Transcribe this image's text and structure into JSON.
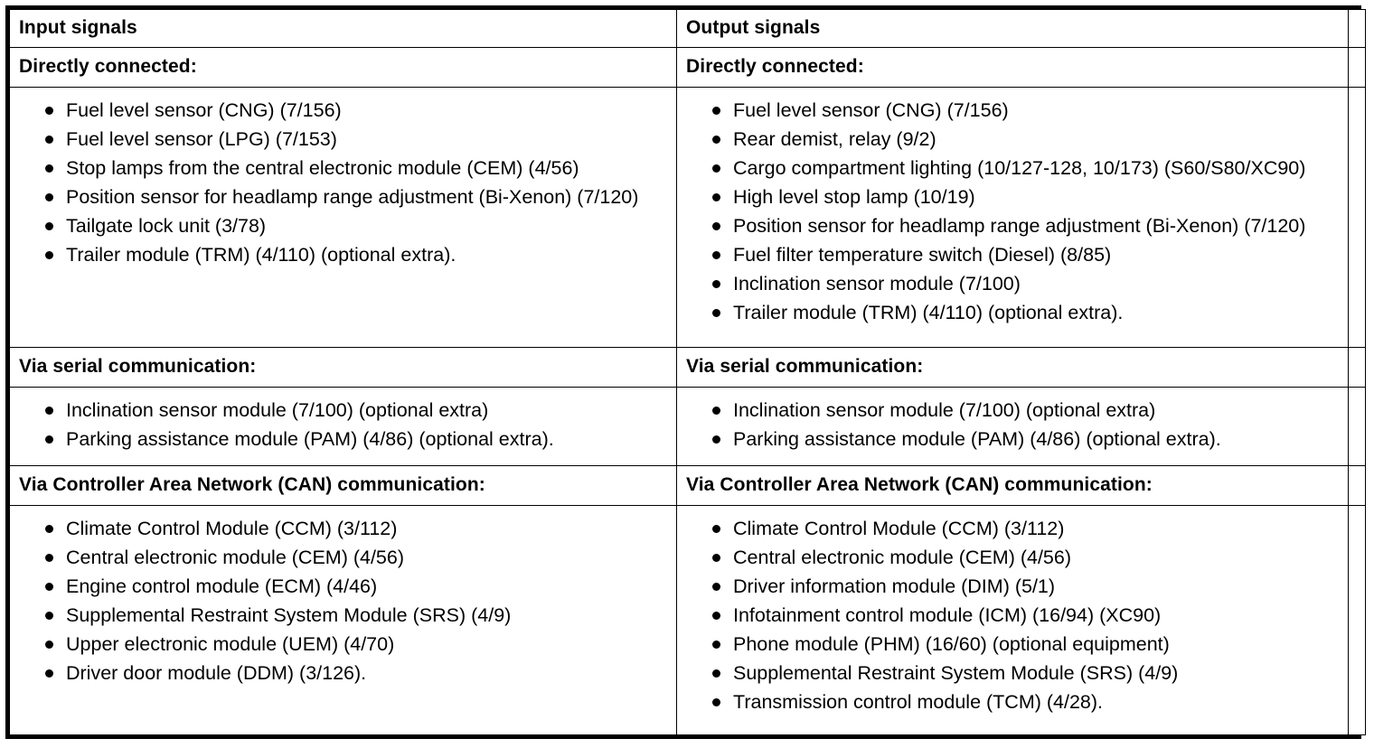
{
  "table": {
    "columns": [
      {
        "id": "input",
        "header": "Input signals"
      },
      {
        "id": "output",
        "header": "Output signals"
      },
      {
        "id": "spacer",
        "header": ""
      }
    ],
    "sections": [
      {
        "id": "directly-connected",
        "left_header": "Directly connected:",
        "right_header": "Directly connected:",
        "left_items": [
          "Fuel level sensor (CNG) (7/156)",
          "Fuel level sensor (LPG) (7/153)",
          "Stop lamps from the central electronic module (CEM) (4/56)",
          "Position sensor for headlamp range adjustment (Bi-Xenon) (7/120)",
          "Tailgate lock unit (3/78)",
          "Trailer module (TRM) (4/110) (optional extra)."
        ],
        "right_items": [
          "Fuel level sensor (CNG) (7/156)",
          "Rear demist, relay (9/2)",
          "Cargo compartment lighting (10/127-128, 10/173) (S60/S80/XC90)",
          "High level stop lamp (10/19)",
          "Position sensor for headlamp range adjustment (Bi-Xenon) (7/120)",
          "Fuel filter temperature switch (Diesel) (8/85)",
          "Inclination sensor module (7/100)",
          "Trailer module (TRM) (4/110) (optional extra)."
        ]
      },
      {
        "id": "via-serial-communication",
        "left_header": "Via serial communication:",
        "right_header": "Via serial communication:",
        "left_items": [
          "Inclination sensor module (7/100) (optional extra)",
          "Parking assistance module (PAM) (4/86) (optional extra)."
        ],
        "right_items": [
          "Inclination sensor module (7/100) (optional extra)",
          "Parking assistance module (PAM) (4/86) (optional extra)."
        ]
      },
      {
        "id": "via-can-communication",
        "left_header": "Via Controller Area Network (CAN) communication:",
        "right_header": "Via Controller Area Network (CAN) communication:",
        "left_items": [
          "Climate Control Module (CCM) (3/112)",
          "Central electronic module (CEM) (4/56)",
          "Engine control module (ECM) (4/46)",
          "Supplemental Restraint System Module (SRS) (4/9)",
          "Upper electronic module (UEM) (4/70)",
          "Driver door module (DDM) (3/126)."
        ],
        "right_items": [
          "Climate Control Module (CCM) (3/112)",
          "Central electronic module (CEM) (4/56)",
          "Driver information module (DIM) (5/1)",
          "Infotainment control module (ICM) (16/94) (XC90)",
          "Phone module (PHM) (16/60) (optional equipment)",
          "Supplemental Restraint System Module (SRS) (4/9)",
          "Transmission control module (TCM) (4/28)."
        ]
      }
    ]
  },
  "colors": {
    "border": "#000000",
    "text": "#000000",
    "background": "#ffffff"
  }
}
